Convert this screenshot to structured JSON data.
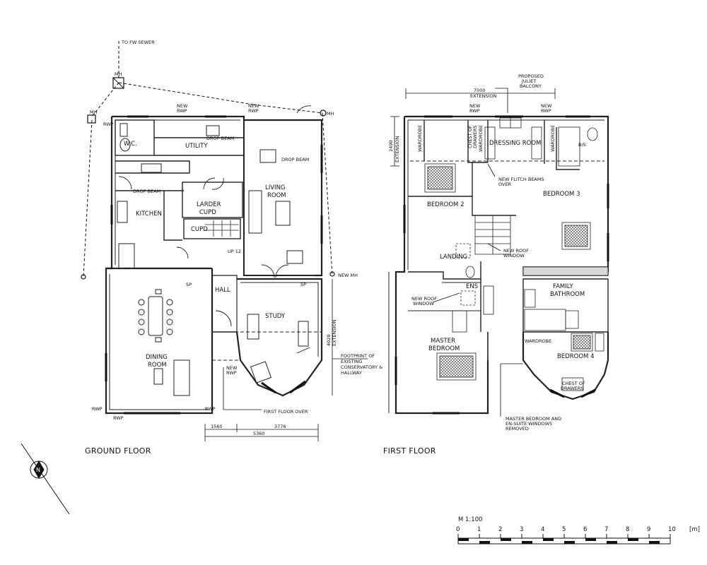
{
  "colors": {
    "ink": "#111111",
    "wall": "#222222",
    "hatch": "#444444",
    "paper": "#ffffff"
  },
  "ground_floor": {
    "title": "GROUND FLOOR",
    "rooms": {
      "wc": "W.C.",
      "utility": "UTILITY",
      "kitchen": "KITCHEN",
      "larder": "LARDER\nCUPD",
      "cupd": "CUPD",
      "living": "LIVING\nROOM",
      "hall": "HALL",
      "study": "STUDY",
      "dining": "DINING\nROOM"
    },
    "notes": {
      "to_fw_sewer": "TO FW SEWER",
      "mh": "MH",
      "new_mh": "NEW MH",
      "new_rwp": "NEW\nRWP",
      "rwp": "RWP",
      "sp": "SP",
      "up": "UP 12",
      "drop_beam": "DROP BEAM",
      "footprint": "FOOTPRINT OF\nEXISTING\nCONSERVATORY &\nHALLWAY",
      "first_floor_over": "FIRST FLOOR OVER",
      "extension": "EXTENSION",
      "dim_extension": "4020"
    },
    "dimensions": {
      "d1": "1560",
      "d2": "3776",
      "d3": "5360"
    }
  },
  "first_floor": {
    "title": "FIRST FLOOR",
    "rooms": {
      "dressing": "DRESSING ROOM",
      "bedroom2": "BEDROOM 2",
      "bedroom3": "BEDROOM 3",
      "landing": "LANDING",
      "ens": "ENS",
      "family_bath": "FAMILY\nBATHROOM",
      "master": "MASTER\nBEDROOM",
      "bedroom4": "BEDROOM 4",
      "bs": "B/S"
    },
    "notes": {
      "juliet": "PROPOSED\nJULIET\nBALCONY",
      "new_rwp": "NEW\nRWP",
      "wardrobe": "WARDROBE",
      "chest": "CHEST OF\nDRAWERS",
      "new_flitch": "NEW FLITCH BEAMS\nOVER",
      "new_roof_window": "NEW ROOF\nWINDOW",
      "new_roof_window2": "NEW ROOF\nWINDOW",
      "windows_removed": "MASTER BEDROOM AND\nEN-SUITE WINDOWS\nREMOVED",
      "extension": "EXTENSION",
      "dim_top": "7000",
      "dim_side": "2490"
    }
  },
  "scale_bar": {
    "title": "M 1:100",
    "ticks": [
      "0",
      "1",
      "2",
      "3",
      "4",
      "5",
      "6",
      "7",
      "8",
      "9",
      "10"
    ],
    "unit": "[m]"
  }
}
